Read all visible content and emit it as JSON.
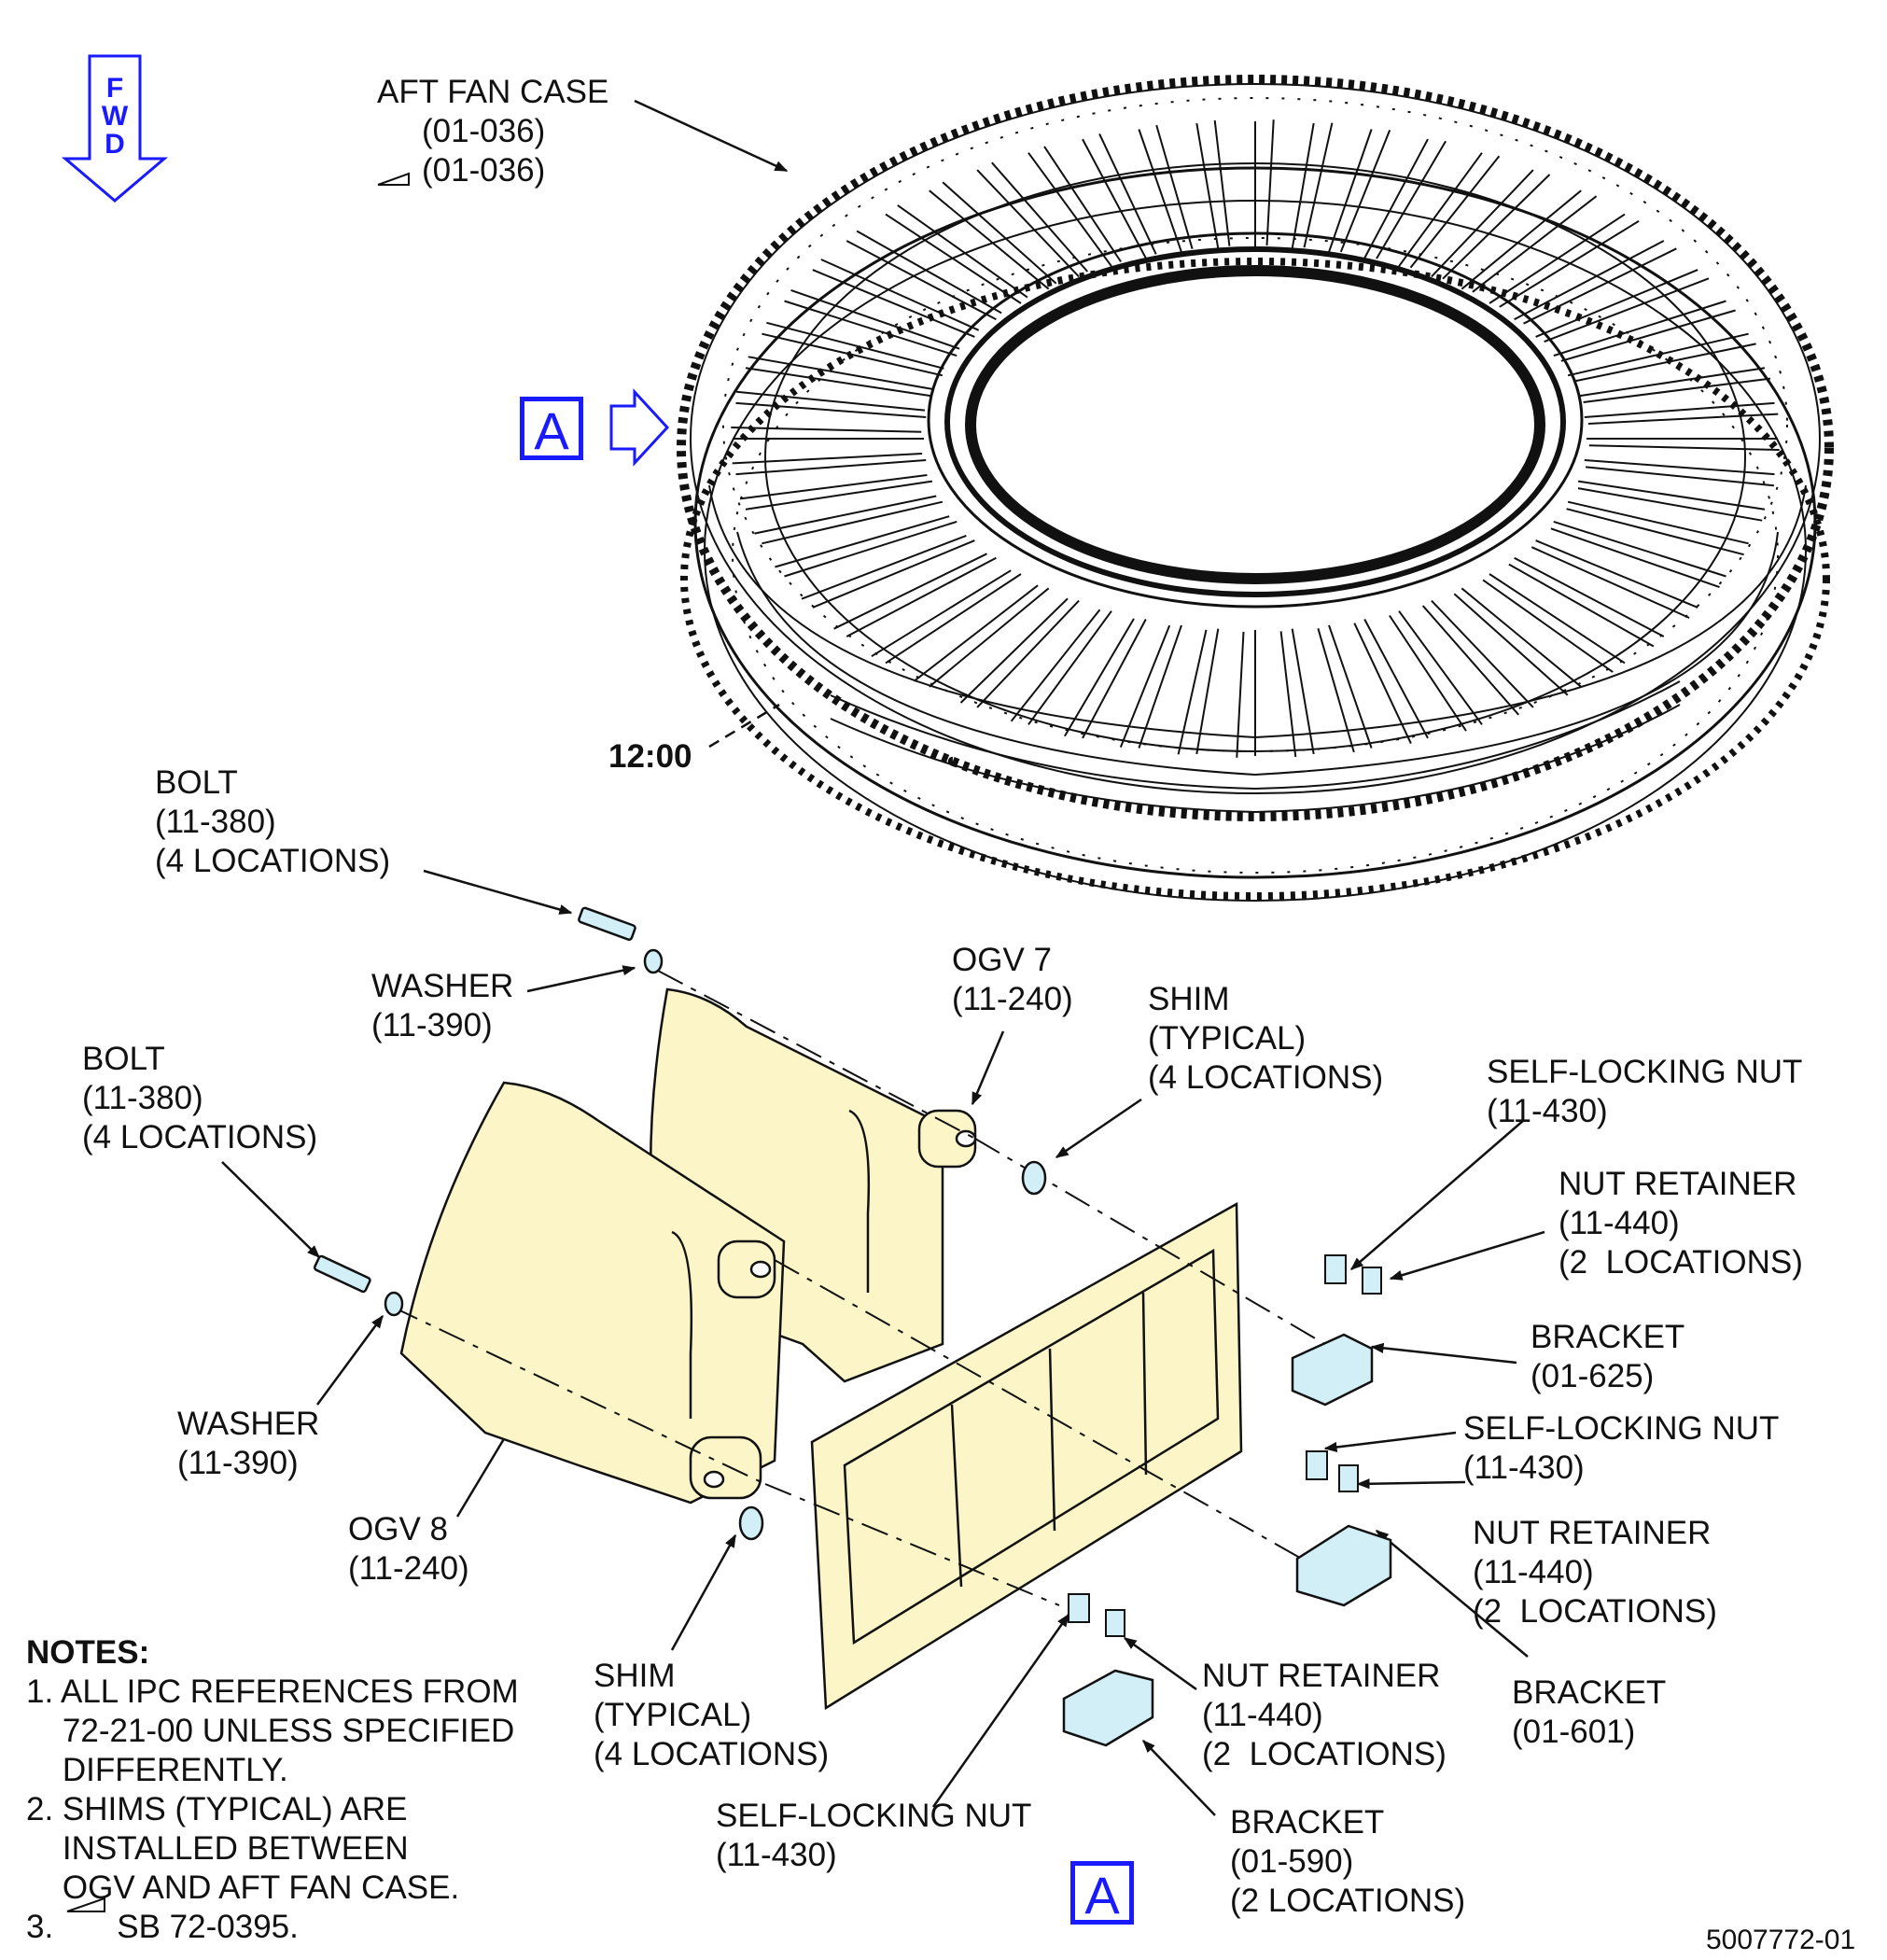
{
  "direction_indicator": {
    "letters": [
      "F",
      "W",
      "D"
    ]
  },
  "view_marker": {
    "letter": "A"
  },
  "clock_position": "12:00",
  "callouts": {
    "aft_fan_case": {
      "name": "AFT FAN CASE",
      "ref": "(01-036)",
      "ref_sb": "(01-036)"
    },
    "bolt_upper": {
      "name": "BOLT",
      "ref": "(11-380)",
      "qty": "(4 LOCATIONS)"
    },
    "washer_upper": {
      "name": "WASHER",
      "ref": "(11-390)"
    },
    "ogv7": {
      "name": "OGV 7",
      "ref": "(11-240)"
    },
    "shim_upper": {
      "name": "SHIM",
      "type": "(TYPICAL)",
      "qty": "(4 LOCATIONS)"
    },
    "self_locking_nut_1": {
      "name": "SELF-LOCKING NUT",
      "ref": "(11-430)"
    },
    "nut_retainer_1": {
      "name": "NUT RETAINER",
      "ref": "(11-440)",
      "qty": "(2  LOCATIONS)"
    },
    "bracket_625": {
      "name": "BRACKET",
      "ref": "(01-625)"
    },
    "bolt_lower": {
      "name": "BOLT",
      "ref": "(11-380)",
      "qty": "(4 LOCATIONS)"
    },
    "self_locking_nut_2": {
      "name": "SELF-LOCKING NUT",
      "ref": "(11-430)"
    },
    "nut_retainer_2": {
      "name": "NUT RETAINER",
      "ref": "(11-440)",
      "qty": "(2  LOCATIONS)"
    },
    "washer_lower": {
      "name": "WASHER",
      "ref": "(11-390)"
    },
    "ogv8": {
      "name": "OGV 8",
      "ref": "(11-240)"
    },
    "shim_lower": {
      "name": "SHIM",
      "type": "(TYPICAL)",
      "qty": "(4 LOCATIONS)"
    },
    "nut_retainer_3": {
      "name": "NUT RETAINER",
      "ref": "(11-440)",
      "qty": "(2  LOCATIONS)"
    },
    "bracket_601": {
      "name": "BRACKET",
      "ref": "(01-601)"
    },
    "self_locking_nut_3": {
      "name": "SELF-LOCKING NUT",
      "ref": "(11-430)"
    },
    "bracket_590": {
      "name": "BRACKET",
      "ref": "(01-590)",
      "qty": "(2 LOCATIONS)"
    }
  },
  "notes": {
    "heading": "NOTES:",
    "lines": [
      "1. ALL IPC REFERENCES FROM",
      "    72-21-00 UNLESS SPECIFIED",
      "    DIFFERENTLY.",
      "2. SHIMS (TYPICAL) ARE",
      "    INSTALLED BETWEEN",
      "    OGV AND AFT FAN CASE.",
      "3.       SB 72-0395."
    ]
  },
  "figure_id": "5007772-01",
  "colors": {
    "accent_blue": "#1a1aff",
    "part_fill": "#fbf5c8",
    "hardware_fill": "#d2eef7",
    "line": "#111111"
  }
}
